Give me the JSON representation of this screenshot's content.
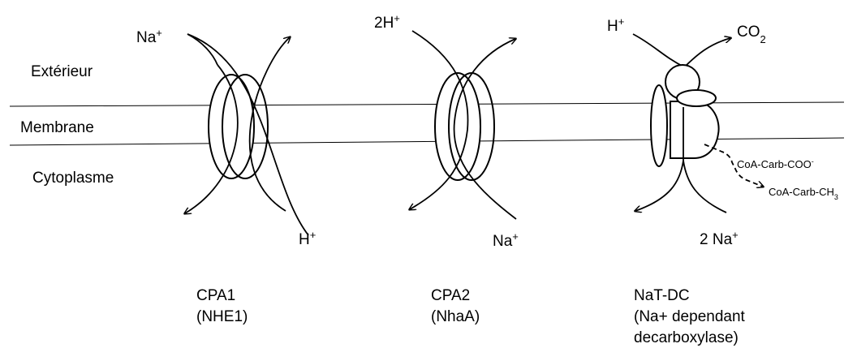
{
  "regions": {
    "exterior": "Extérieur",
    "membrane": "Membrane",
    "cytoplasm": "Cytoplasme"
  },
  "transporters": [
    {
      "ions_out": "Na+",
      "ions_in": "H+",
      "name_lines": [
        "CPA1",
        "(NHE1)"
      ]
    },
    {
      "ions_out": "2H+",
      "ions_in": "Na+",
      "name_lines": [
        "CPA2",
        "(NhaA)"
      ]
    },
    {
      "ions_out": "H+",
      "product": "CO2",
      "ions_in": "2 Na+",
      "substrate": "CoA-Carb-COO-",
      "product_in": "CoA-Carb-CH3",
      "name_lines": [
        "NaT-DC",
        "(Na+ dependant",
        "decarboxylase)"
      ]
    }
  ]
}
